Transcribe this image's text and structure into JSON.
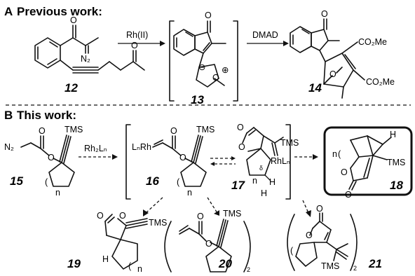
{
  "headers": {
    "a_letter": "A",
    "a_text": "Previous work:",
    "b_letter": "B",
    "b_text": "This work:"
  },
  "reagents": {
    "rh2": "Rh(II)",
    "dmad": "DMAD",
    "rh2ln": "Rh₂Lₙ"
  },
  "compounds": {
    "c12": "12",
    "c13": "13",
    "c14": "14",
    "c15": "15",
    "c16": "16",
    "c17": "17",
    "c18": "18",
    "c19": "19",
    "c20": "20",
    "c21": "21"
  },
  "atoms": {
    "o": "O",
    "n2": "N₂",
    "co2me": "CO₂Me",
    "tms": "TMS",
    "lnrh": "LₙRh",
    "rhln": "RhLₙ",
    "h": "H",
    "n": "n",
    "two": "2",
    "minus": "⊖",
    "plus": "⊕",
    "delta": "δ"
  },
  "colors": {
    "ink": "#111111",
    "background": "#ffffff"
  }
}
